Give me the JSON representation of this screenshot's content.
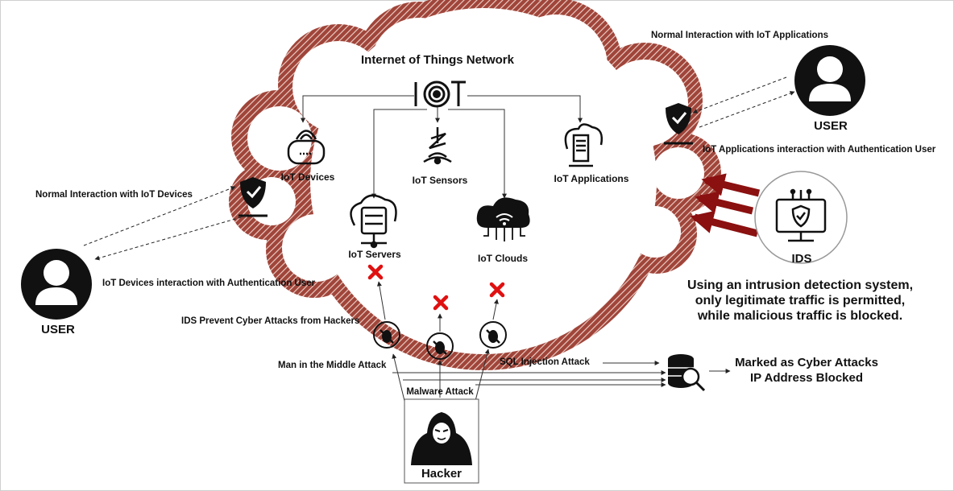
{
  "cloud": {
    "title": "Internet of Things Network",
    "hub_label": "IoT",
    "nodes": {
      "devices": "IoT Devices",
      "sensors": "IoT Sensors",
      "applications": "IoT Applications",
      "servers": "IoT Servers",
      "clouds": "IoT Clouds"
    }
  },
  "users": {
    "right_label": "USER",
    "left_label": "USER",
    "right_normal": "Normal Interaction with IoT Applications",
    "right_auth": "IoT Applications interaction with  Authentication User",
    "left_normal": "Normal Interaction with IoT Devices",
    "left_auth": "IoT Devices interaction with Authentication User"
  },
  "ids": {
    "label": "IDS",
    "caption_line1": "Using an intrusion detection system,",
    "caption_line2": "only legitimate traffic is permitted,",
    "caption_line3": "while malicious traffic is blocked."
  },
  "attacks": {
    "prevent": "IDS Prevent Cyber Attacks from Hackers",
    "mitm": "Man in the Middle Attack",
    "sql": "SQL Injection Attack",
    "malware": "Malware Attack",
    "hacker": "Hacker",
    "blocked_line1": "Marked as Cyber Attacks",
    "blocked_line2": "IP Address Blocked"
  },
  "colors": {
    "cloud_border": "#a0453a",
    "arrow_red": "#8b1010",
    "cross_red": "#e01010"
  }
}
